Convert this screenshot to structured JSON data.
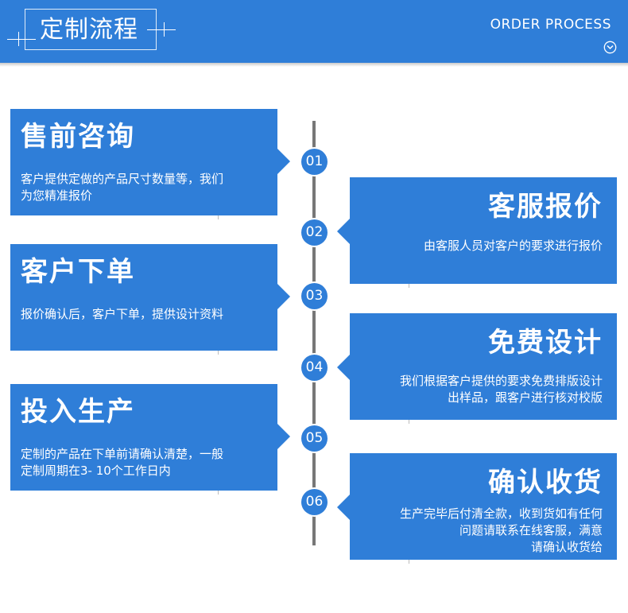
{
  "header": {
    "title": "定制流程",
    "subtitle": "ORDER PROCESS",
    "icon": "chevron-down-circle-icon",
    "color": "#2f7ed8"
  },
  "steps": [
    {
      "number": "01",
      "title": "售前咨询",
      "lines": [
        "客户提供定做的产品尺寸数量等，我们",
        "为您精准报价"
      ]
    },
    {
      "number": "02",
      "title": "客服报价",
      "lines": [
        "由客服人员对客户的要求进行报价"
      ]
    },
    {
      "number": "03",
      "title": "客户下单",
      "lines": [
        "报价确认后，客户下单，提供设计资料"
      ]
    },
    {
      "number": "04",
      "title": "免费设计",
      "lines": [
        "我们根据客户提供的要求免费排版设计",
        "出样品，跟客户进行核对校版"
      ]
    },
    {
      "number": "05",
      "title": "投入生产",
      "lines": [
        "定制的产品在下单前请确认清楚，一般",
        "定制周期在3- 10个工作日内"
      ]
    },
    {
      "number": "06",
      "title": "确认收货",
      "lines": [
        "生产完毕后付清全款，收到货如有任何",
        "问题请联系在线客服，满意",
        "请确认收货给"
      ]
    }
  ]
}
